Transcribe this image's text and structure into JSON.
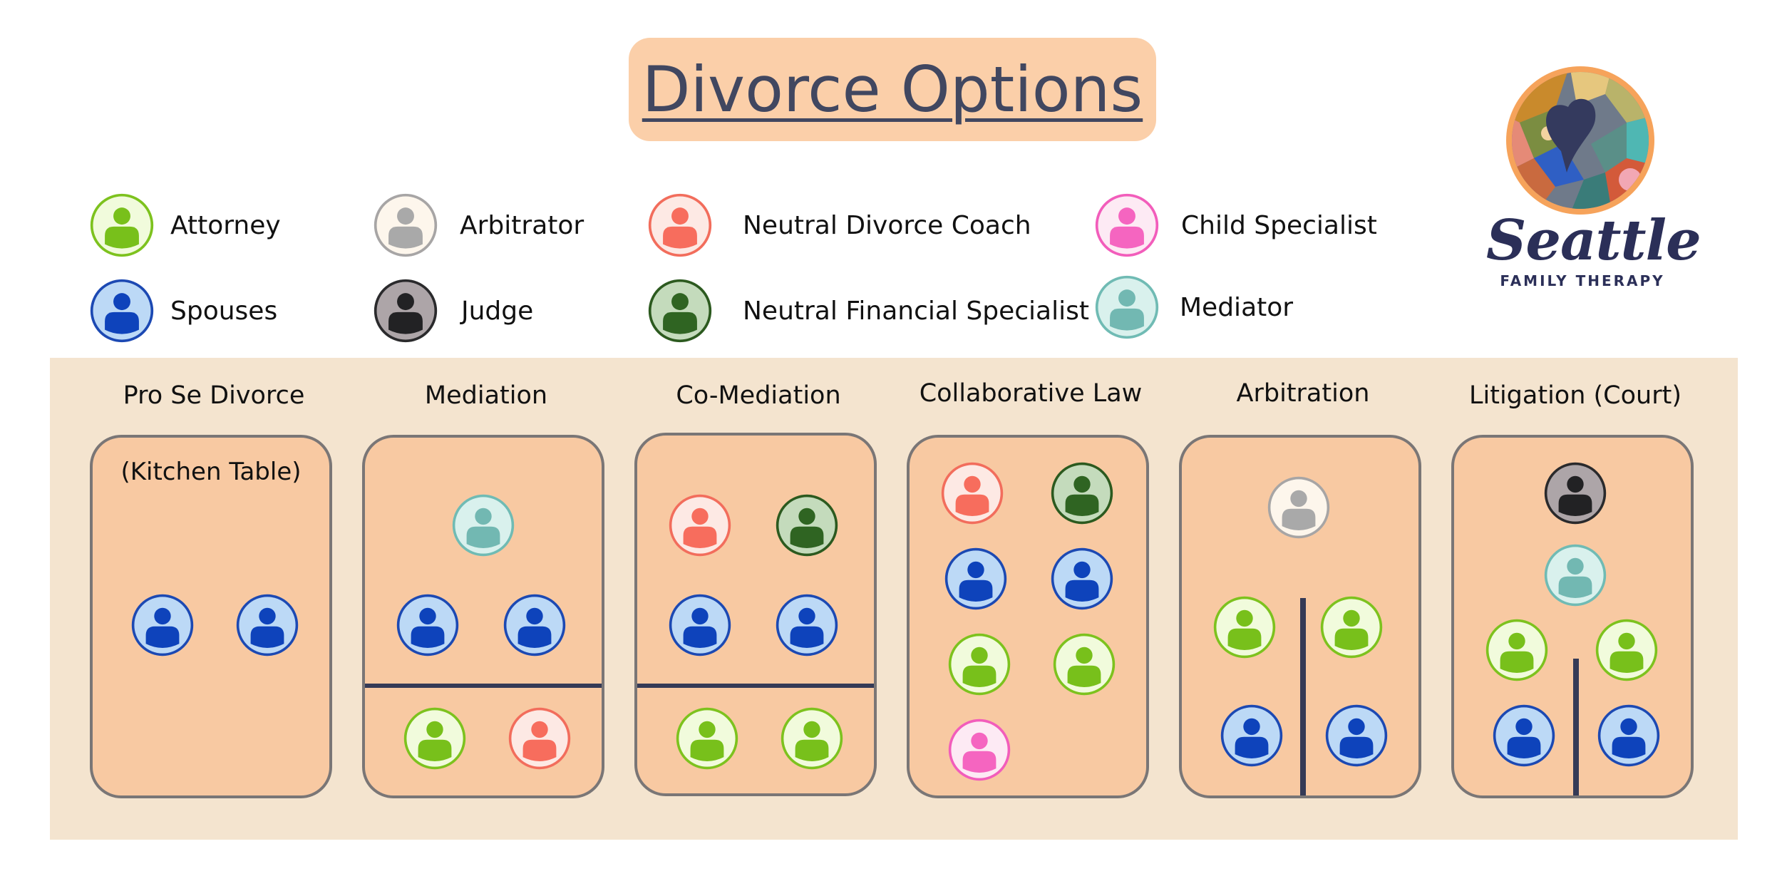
{
  "title": "Divorce Options",
  "roles": {
    "attorney": {
      "label": "Attorney",
      "bg": "#f1fbdc",
      "ring": "#7dc21e",
      "fill": "#78c01b"
    },
    "spouses": {
      "label": "Spouses",
      "bg": "#bcd9f6",
      "ring": "#1c49b3",
      "fill": "#0e43bb"
    },
    "arbitrator": {
      "label": "Arbitrator",
      "bg": "#fdf6ec",
      "ring": "#a7a5a5",
      "fill": "#a9a9a9"
    },
    "judge": {
      "label": "Judge",
      "bg": "#ada5a8",
      "ring": "#2a2a2c",
      "fill": "#222224"
    },
    "coach": {
      "label": "Neutral Divorce Coach",
      "bg": "#fde9e4",
      "ring": "#f26d5c",
      "fill": "#f76d5d"
    },
    "financial": {
      "label": "Neutral Financial Specialist",
      "bg": "#c4dbbc",
      "ring": "#2c5a1f",
      "fill": "#2f6422"
    },
    "child": {
      "label": "Child Specialist",
      "bg": "#fdeaf4",
      "ring": "#f25dbb",
      "fill": "#f565c0"
    },
    "mediator": {
      "label": "Mediator",
      "bg": "#d9f1ed",
      "ring": "#70bbb4",
      "fill": "#72b8b2"
    }
  },
  "logo": {
    "word": "Seattle",
    "sub": "FAMILY THERAPY"
  },
  "columns": [
    {
      "title": "Pro Se Divorce",
      "subtitle": "(Kitchen Table)"
    },
    {
      "title": "Mediation"
    },
    {
      "title": "Co-Mediation"
    },
    {
      "title": "Collaborative Law"
    },
    {
      "title": "Arbitration"
    },
    {
      "title": "Litigation (Court)"
    }
  ]
}
